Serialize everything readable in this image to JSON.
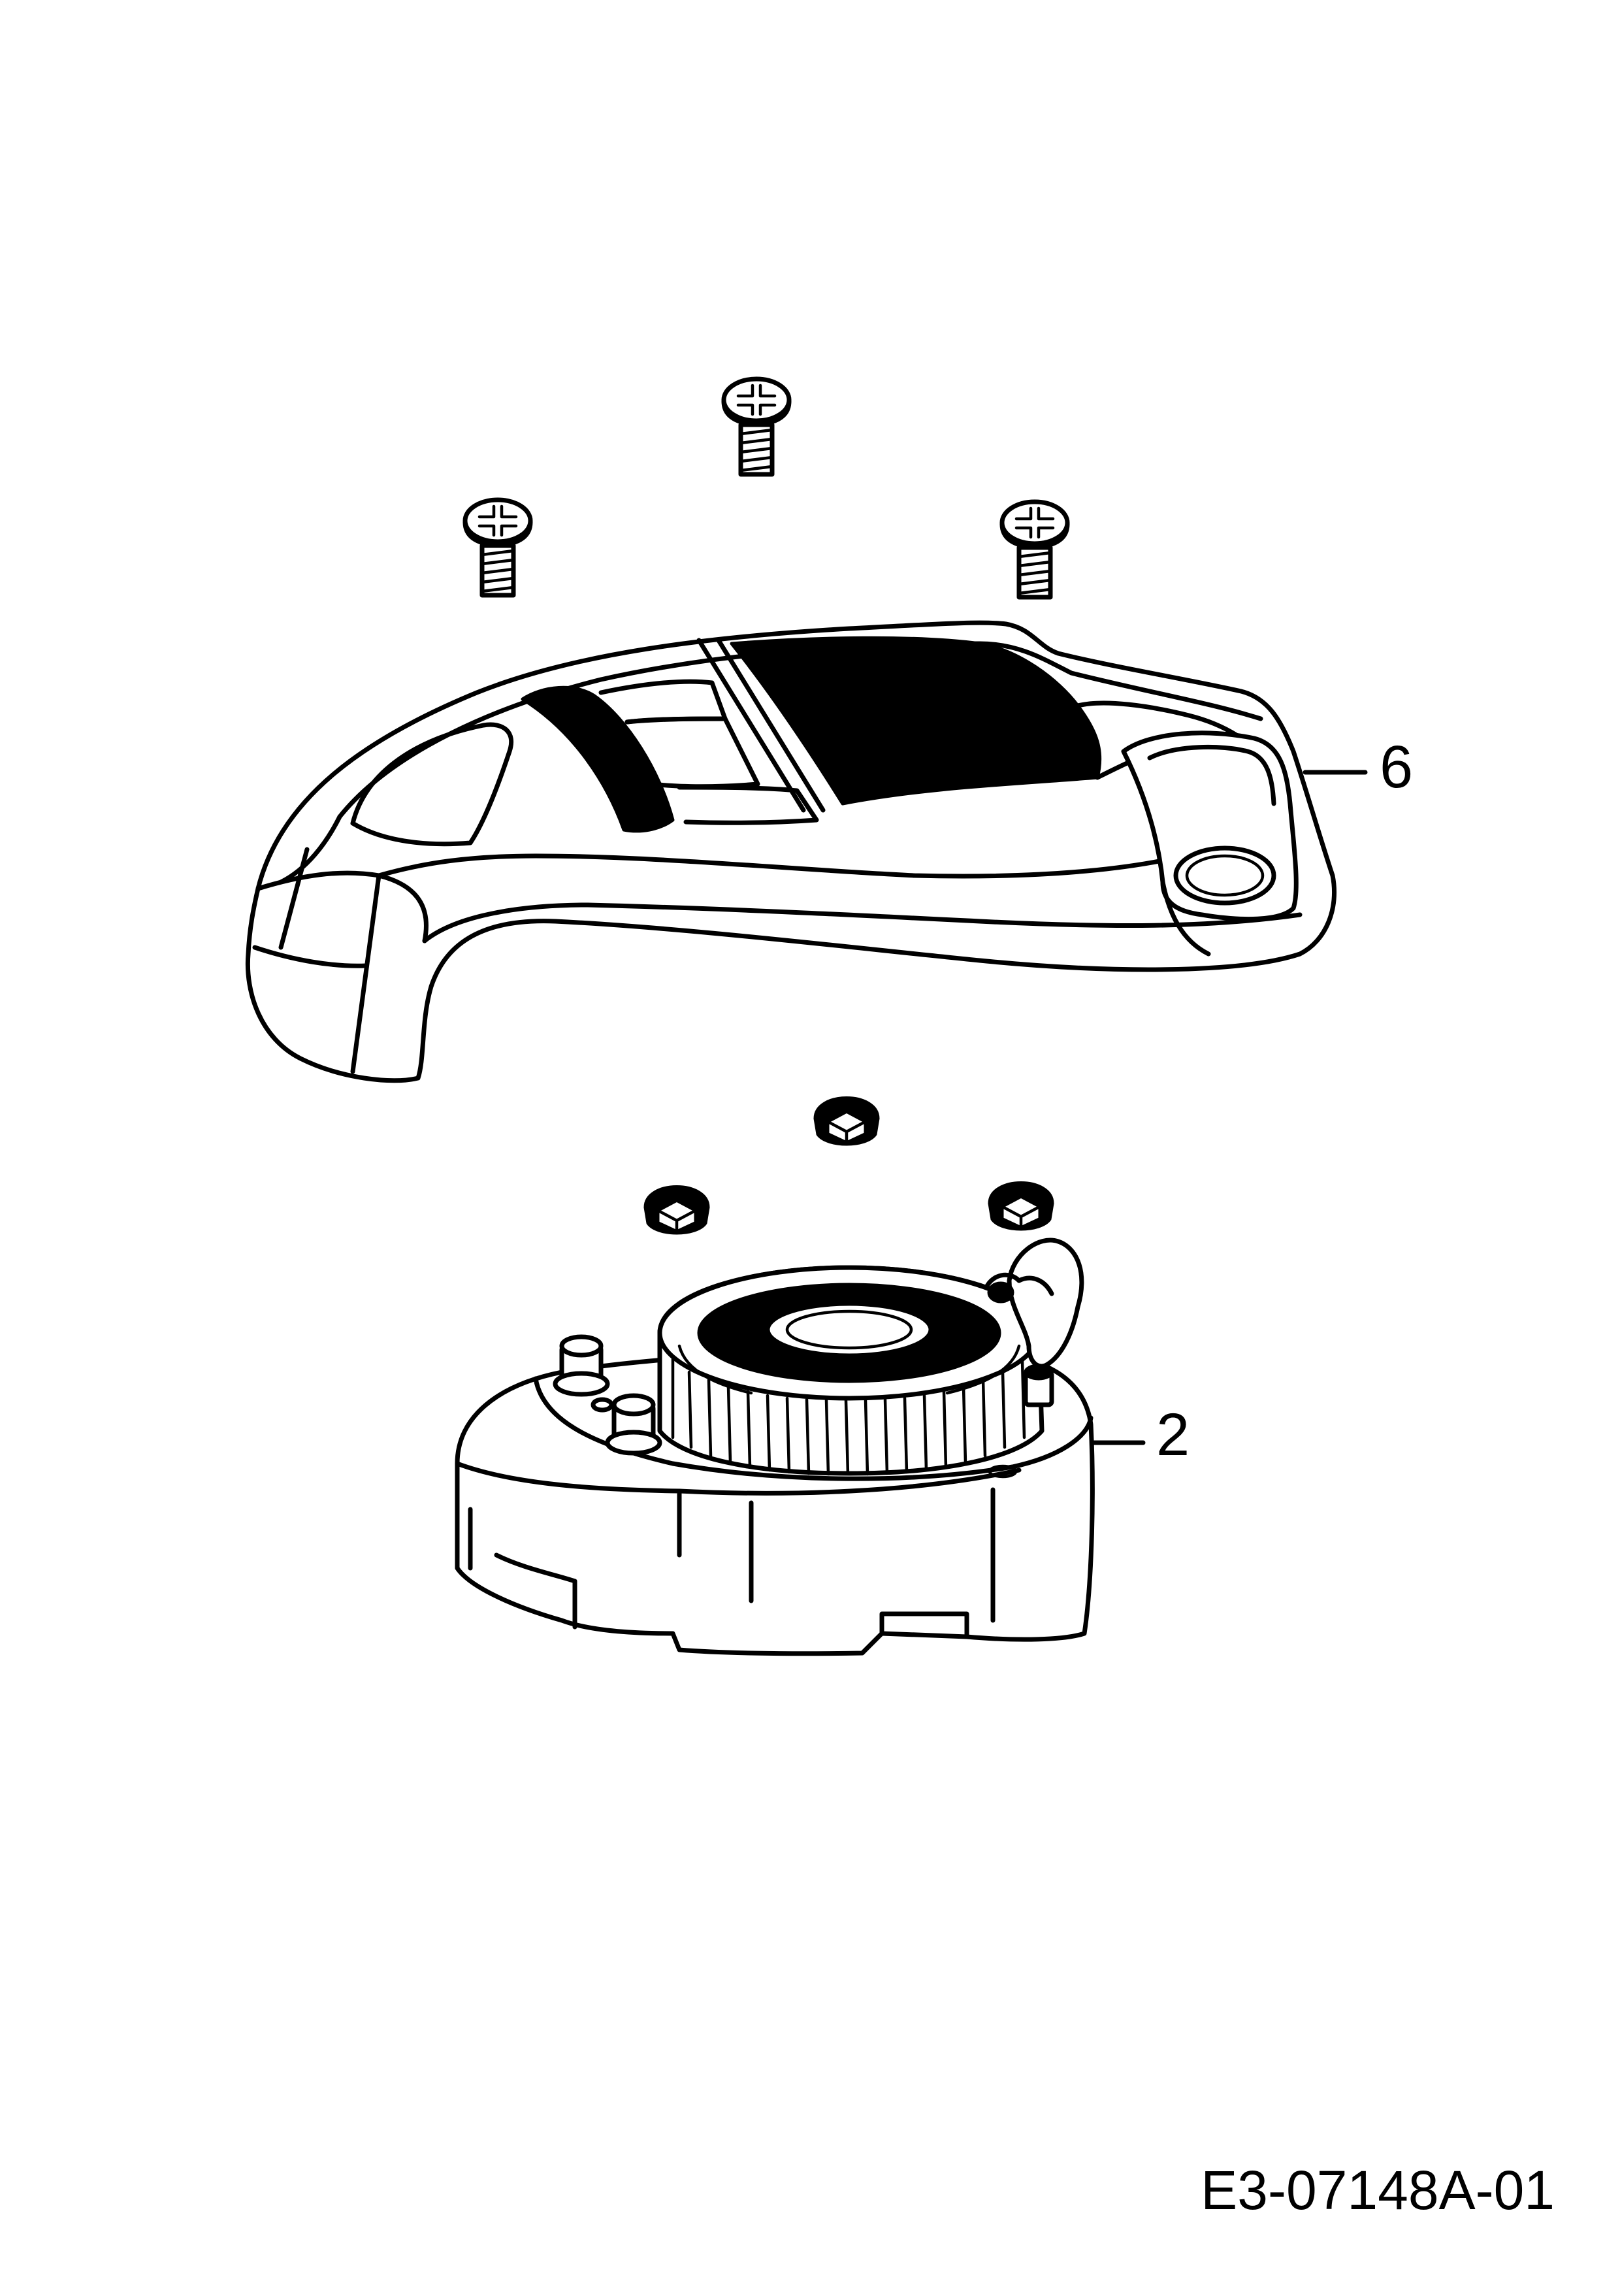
{
  "callouts": {
    "cover": "6",
    "starter": "2"
  },
  "drawing_code": "E3-07148A-01",
  "colors": {
    "line": "#000000",
    "background": "#ffffff"
  }
}
